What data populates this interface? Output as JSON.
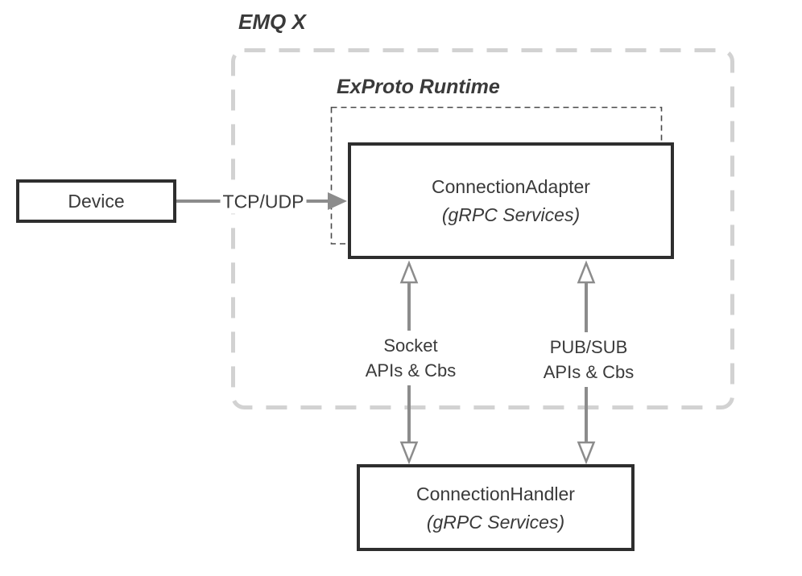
{
  "diagram": {
    "title": "EMQ X",
    "runtime_zone_label": "ExProto Runtime",
    "nodes": {
      "device": {
        "label": "Device"
      },
      "connection_adapter": {
        "label": "ConnectionAdapter",
        "sublabel": "(gRPC Services)"
      },
      "connection_handler": {
        "label": "ConnectionHandler",
        "sublabel": "(gRPC Services)"
      }
    },
    "edges": {
      "tcp_udp": {
        "label": "TCP/UDP"
      },
      "socket": {
        "label_line1": "Socket",
        "label_line2": "APIs & Cbs"
      },
      "pubsub": {
        "label_line1": "PUB/SUB",
        "label_line2": "APIs & Cbs"
      }
    },
    "colors": {
      "background": "#ffffff",
      "box_border": "#2e2e2e",
      "text": "#3a3a3a",
      "outer_dash": "#d2d2d2",
      "inner_dash": "#4a4a4a",
      "arrow": "#8c8c8c"
    }
  }
}
